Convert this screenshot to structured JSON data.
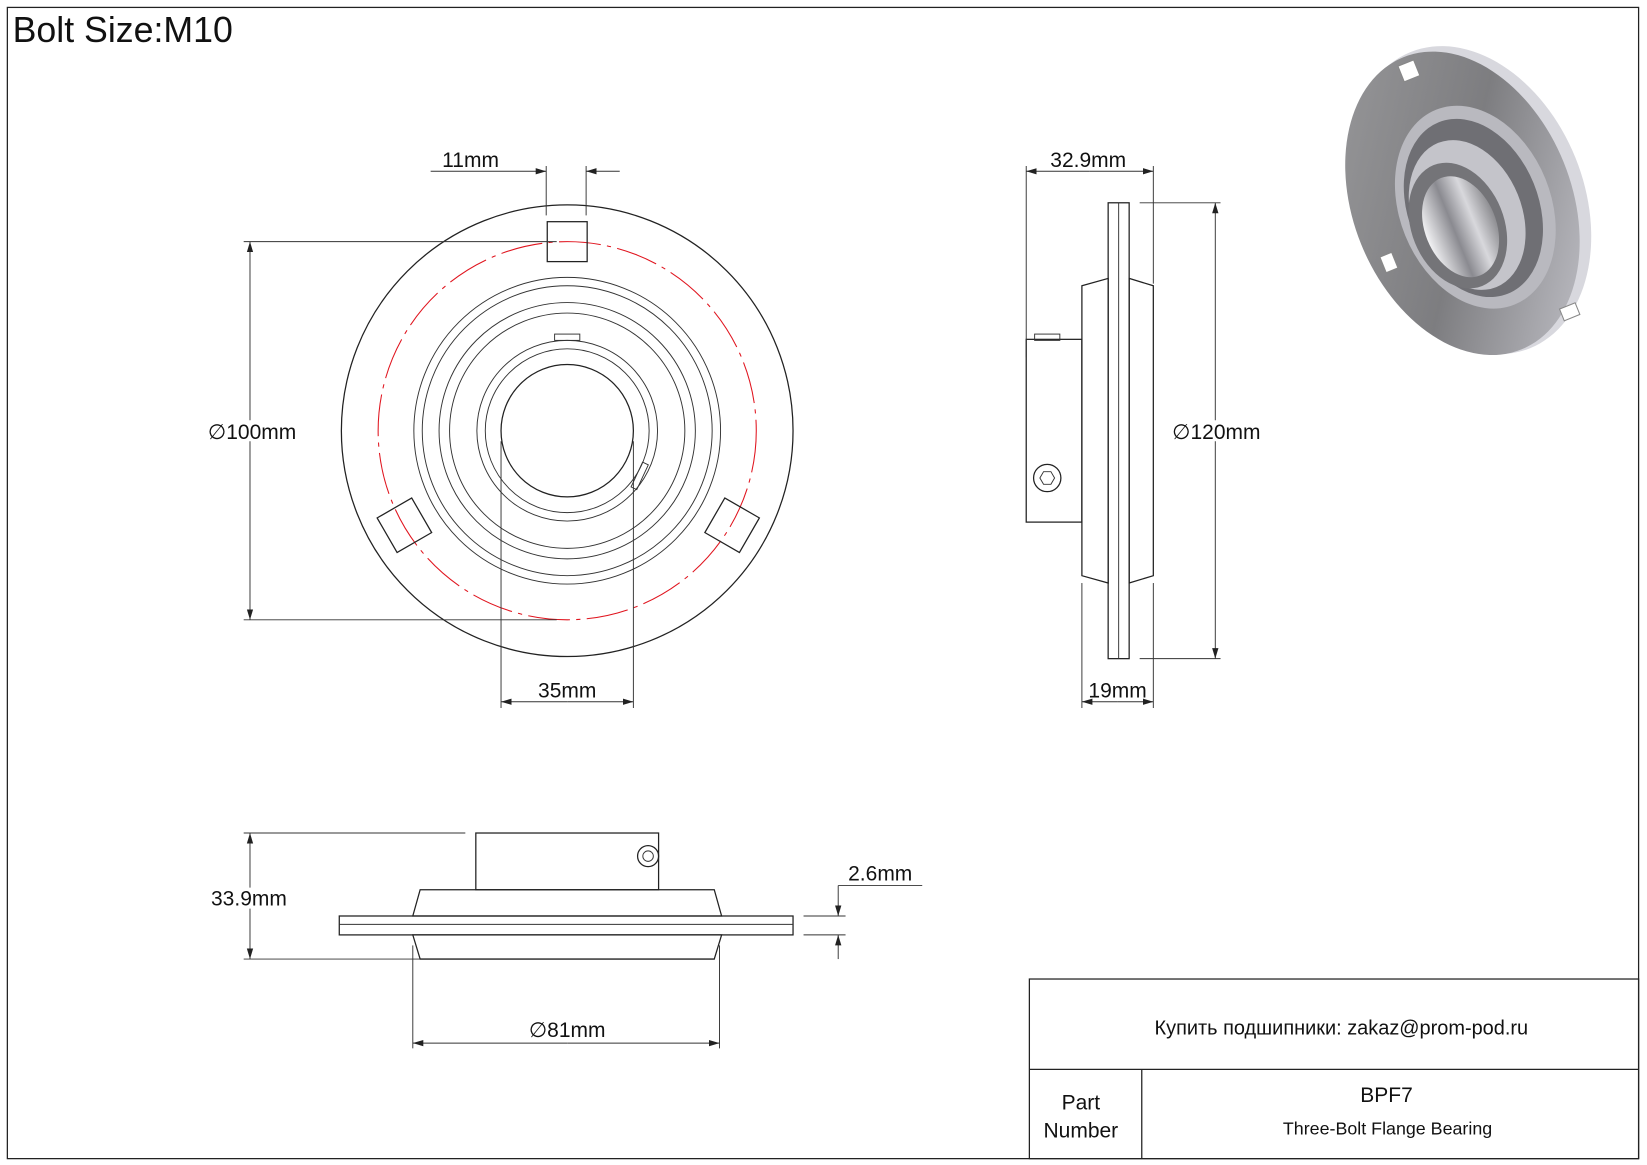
{
  "header": {
    "bolt_size": "Bolt Size:M10"
  },
  "dimensions": {
    "slot_width": "11mm",
    "bolt_circle": "∅100mm",
    "bore": "35mm",
    "overall_width": "32.9mm",
    "flange_diameter": "∅120mm",
    "hub_width": "19mm",
    "height": "33.9mm",
    "plate_thickness": "2.6mm",
    "hub_diameter": "∅81mm"
  },
  "title_block": {
    "contact": "Купить подшипники: zakaz@prom-pod.ru",
    "part_label_line1": "Part",
    "part_label_line2": "Number",
    "part_number": "BPF7",
    "description": "Three-Bolt Flange Bearing"
  },
  "colors": {
    "centerline": "#e0141e",
    "line": "#222222"
  }
}
